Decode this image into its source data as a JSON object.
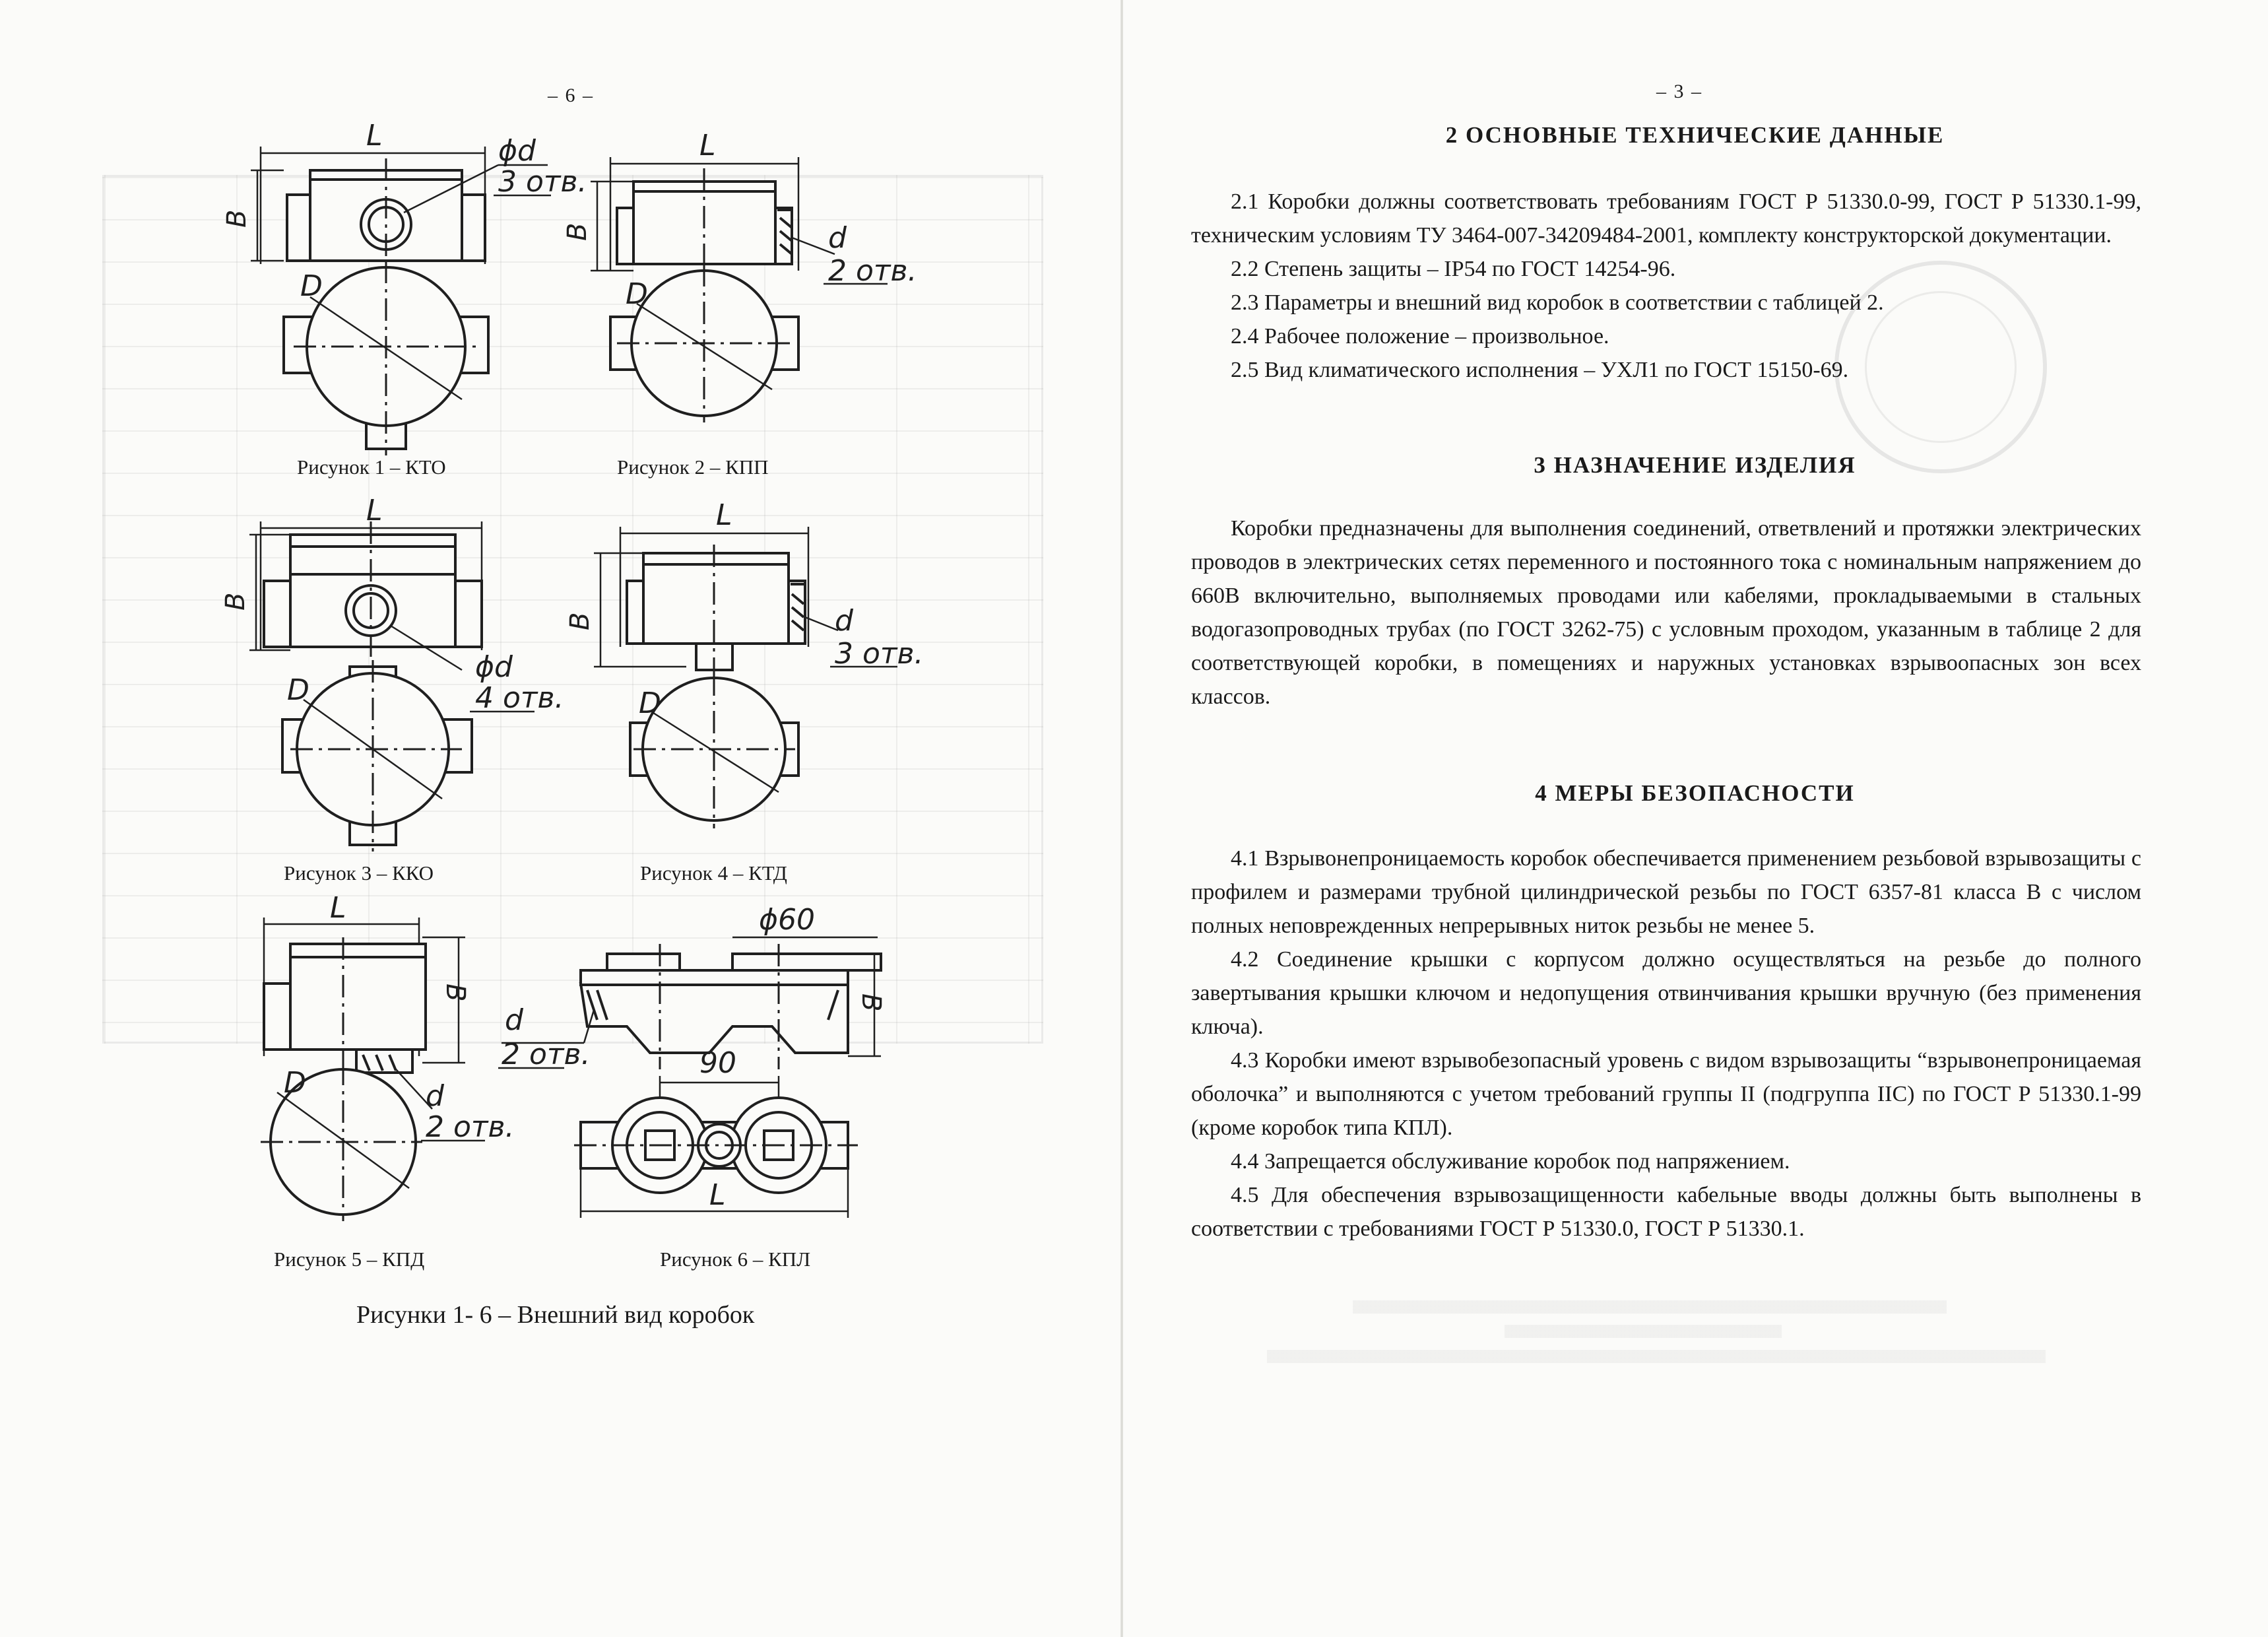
{
  "left_page": {
    "page_number": "– 6 –",
    "figures": [
      {
        "caption": "Рисунок 1 – КТО",
        "labels": {
          "length": "L",
          "height": "B",
          "diameter": "D",
          "hole_dia": "ϕd",
          "hole_count": "3 отв."
        }
      },
      {
        "caption": "Рисунок 2 – КПП",
        "labels": {
          "length": "L",
          "height": "B",
          "diameter": "D",
          "thread": "d",
          "thread_count": "2 отв."
        }
      },
      {
        "caption": "Рисунок 3 – ККО",
        "labels": {
          "length": "L",
          "height": "B",
          "diameter": "D",
          "hole_dia": "ϕd",
          "hole_count": "4 отв."
        }
      },
      {
        "caption": "Рисунок 4 – КТД",
        "labels": {
          "length": "L",
          "height": "B",
          "diameter": "D",
          "thread": "d",
          "thread_count": "3 отв."
        }
      },
      {
        "caption": "Рисунок 5 – КПД",
        "labels": {
          "length": "L",
          "height": "B",
          "diameter": "D",
          "thread": "d",
          "thread_count": "2 отв."
        }
      },
      {
        "caption": "Рисунок 6 – КПЛ",
        "labels": {
          "cover_dia": "ϕ60",
          "height": "B",
          "thread": "d",
          "thread_count": "2 отв.",
          "spacing": "90",
          "length": "L"
        }
      }
    ],
    "main_caption": "Рисунки 1- 6 – Внешний вид коробок"
  },
  "right_page": {
    "page_number": "– 3 –",
    "section2": {
      "title": "2 ОСНОВНЫЕ ТЕХНИЧЕСКИЕ ДАННЫЕ",
      "paragraphs": [
        "2.1 Коробки должны соответствовать требованиям ГОСТ Р 51330.0-99, ГОСТ Р 51330.1-99, техническим условиям ТУ 3464-007-34209484-2001, комплекту конструкторской документации.",
        "2.2 Степень защиты – IP54 по ГОСТ 14254-96.",
        "2.3 Параметры и внешний вид коробок в соответствии с таблицей 2.",
        "2.4 Рабочее положение – произвольное.",
        "2.5 Вид климатического исполнения – УХЛ1 по ГОСТ 15150-69."
      ]
    },
    "section3": {
      "title": "3 НАЗНАЧЕНИЕ ИЗДЕЛИЯ",
      "paragraphs": [
        "Коробки предназначены для выполнения соединений, ответвлений и протяжки электрических проводов в электрических сетях переменного и постоянного тока с номинальным напряжением до 660В включительно, выполняемых проводами или кабелями, прокладываемыми в стальных водогазопроводных трубах (по ГОСТ 3262-75) с условным проходом, указанным в таблице 2 для соответствующей коробки, в помещениях и наружных установках взрывоопасных зон всех классов."
      ]
    },
    "section4": {
      "title": "4 МЕРЫ БЕЗОПАСНОСТИ",
      "paragraphs": [
        "4.1 Взрывонепроницаемость коробок обеспечивается применением резьбовой взрывозащиты с профилем и размерами трубной цилиндрической резьбы по ГОСТ 6357-81 класса В с числом полных неповрежденных непрерывных ниток резьбы не менее 5.",
        "4.2 Соединение крышки с корпусом должно осуществляться на резьбе до полного завертывания крышки ключом и недопущения отвинчивания крышки вручную (без применения ключа).",
        "4.3 Коробки имеют взрывобезопасный уровень с видом взрывозащиты “взрывонепроницаемая оболочка” и выполняются с учетом требований группы II (подгруппа IIС) по ГОСТ Р 51330.1-99 (кроме коробок типа КПЛ).",
        "4.4 Запрещается обслуживание коробок под напряжением.",
        "4.5 Для обеспечения взрывозащищенности кабельные вводы должны быть выполнены в соответствии с требованиями ГОСТ Р 51330.0, ГОСТ Р 51330.1."
      ]
    }
  }
}
